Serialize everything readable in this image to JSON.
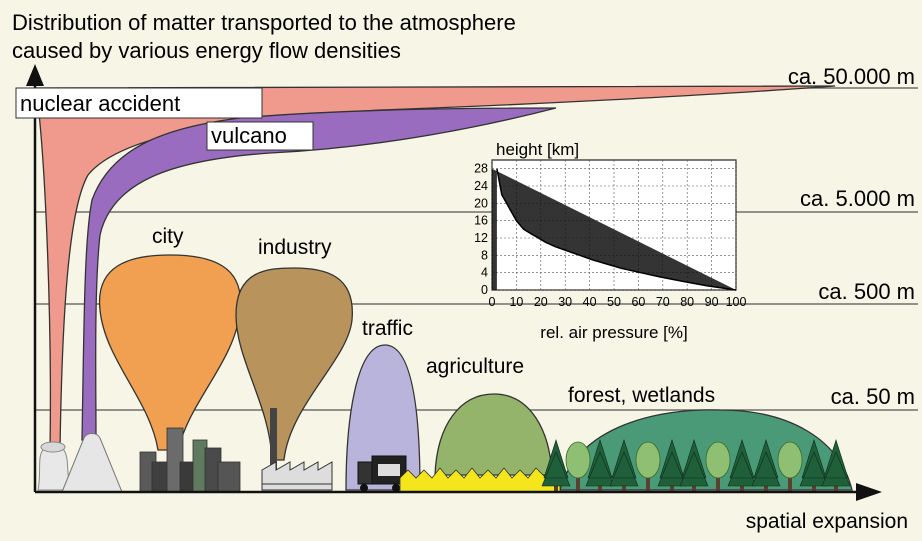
{
  "title_line1": "Distribution of matter transported to the atmosphere",
  "title_line2": "caused by various energy flow densities",
  "levels": [
    {
      "label": "ca. 50.000 m"
    },
    {
      "label": "ca. 5.000 m"
    },
    {
      "label": "ca. 500 m"
    },
    {
      "label": "ca. 50 m"
    }
  ],
  "sources": {
    "nuclear": "nuclear accident",
    "vulcano": "vulcano",
    "city": "city",
    "industry": "industry",
    "traffic": "traffic",
    "agriculture": "agriculture",
    "forest": "forest, wetlands"
  },
  "x_axis_label": "spatial expansion",
  "colors": {
    "nuclear": "#ef9a8c",
    "vulcano": "#9a6cc0",
    "city": "#f0a050",
    "industry": "#b9935c",
    "traffic": "#b9b4dc",
    "agriculture": "#93b46a",
    "forest": "#4a9a78",
    "background": "#f6f5e6"
  },
  "inset": {
    "title": "height [km]",
    "xlabel": "rel. air pressure [%]",
    "y_ticks": [
      "28",
      "24",
      "20",
      "16",
      "12",
      "8",
      "4",
      "0"
    ],
    "x_ticks": [
      "0",
      "10",
      "20",
      "30",
      "40",
      "50",
      "60",
      "70",
      "80",
      "90",
      "100"
    ]
  },
  "chart_data": {
    "type": "area",
    "title": "height [km]",
    "xlabel": "rel. air pressure [%]",
    "ylabel": "height [km]",
    "xlim": [
      0,
      100
    ],
    "ylim": [
      0,
      30
    ],
    "x": [
      100,
      88,
      78,
      69,
      61,
      53,
      47,
      41,
      36,
      31,
      26,
      22,
      19,
      16,
      13,
      10,
      8,
      6,
      4,
      3,
      2
    ],
    "y": [
      0,
      1,
      2,
      3,
      4,
      5,
      6,
      7,
      8,
      9,
      10,
      11,
      12,
      13,
      14,
      16,
      18,
      20,
      22,
      25,
      28
    ]
  }
}
